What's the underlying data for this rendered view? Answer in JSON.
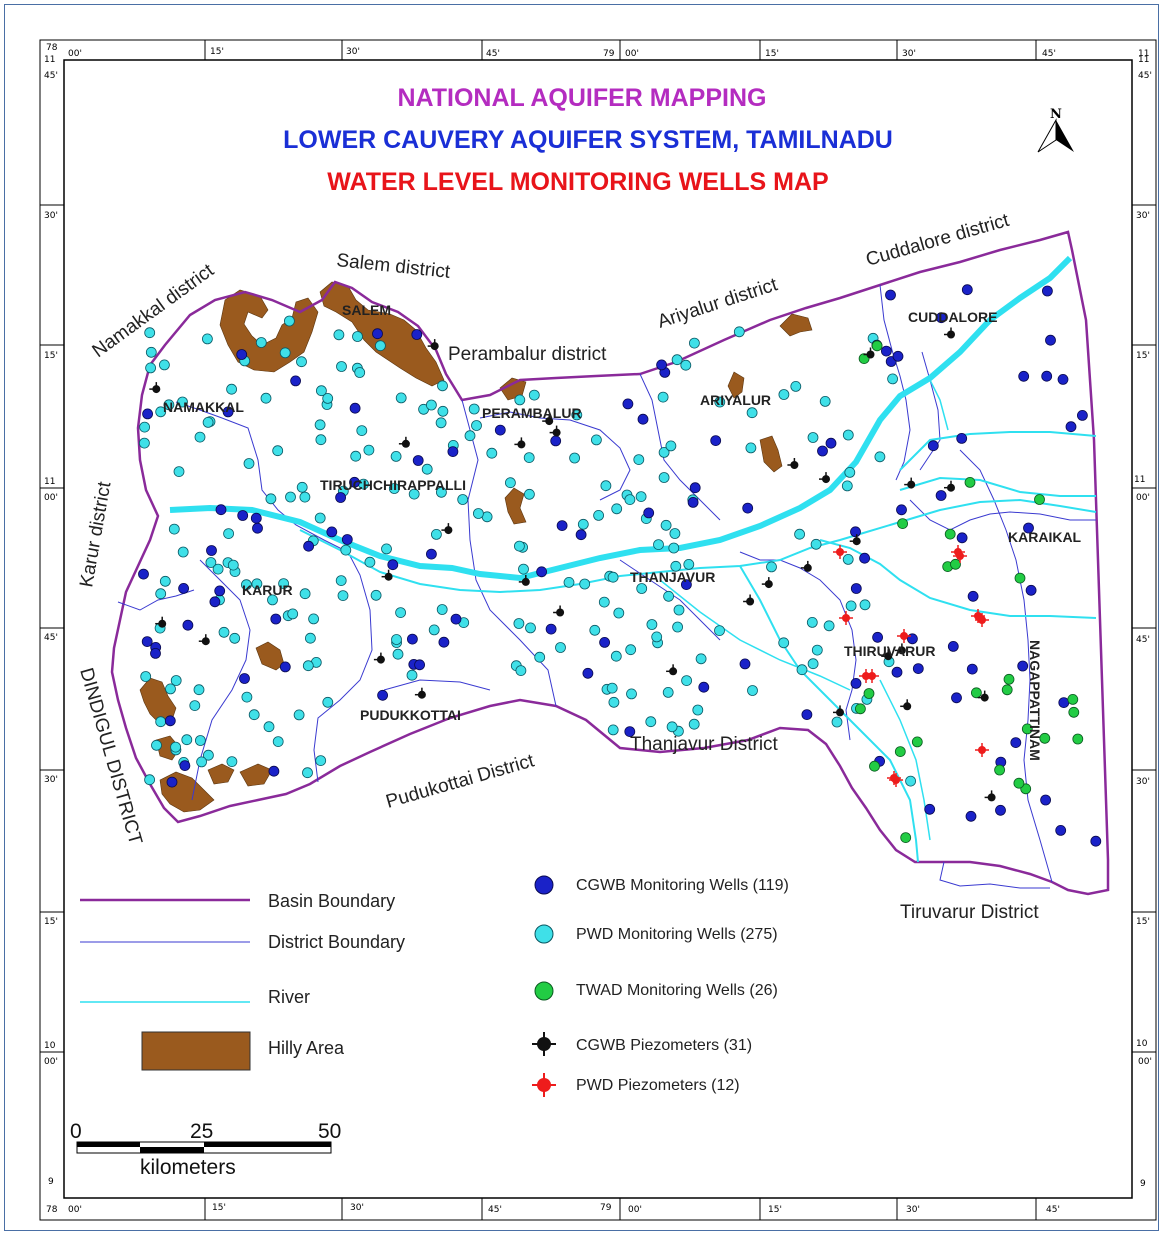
{
  "titles": {
    "line1": "NATIONAL AQUIFER MAPPING",
    "line2": "LOWER CAUVERY AQUIFER SYSTEM, TAMILNADU",
    "line3": "WATER LEVEL MONITORING WELLS MAP"
  },
  "north_label": "N",
  "district_labels": {
    "namakkal": "Namakkal district",
    "salem": "Salem district",
    "perambalur": "Perambalur district",
    "ariyalur": "Ariyalur district",
    "cuddalore": "Cuddalore district",
    "karur": "Karur district",
    "dindigul": "DINDIGUL DISTRICT",
    "pudukottai": "Pudukottai District",
    "thanjavur": "Thanjavur District",
    "tiruvarur": "Tiruvarur District"
  },
  "town_labels": {
    "namakkal": "NAMAKKAL",
    "salem": "SALEM",
    "perambalur": "PERAMBALUR",
    "ariyalur": "ARIYALUR",
    "cuddalore": "CUDDALORE",
    "tiruchchirappalli": "TIRUCHCHIRAPPALLI",
    "karur": "KARUR",
    "thanjavur": "THANJAVUR",
    "karaikal": "KARAIKAL",
    "thiruvarur": "THIRUVARUR",
    "nagappattinam": "NAGAPPATTINAM",
    "pudukkottai": "PUDUKKOTTAI"
  },
  "grid_top": [
    "78",
    "00'",
    "15'",
    "30'",
    "45'",
    "79",
    "00'",
    "15'",
    "30'",
    "45'",
    "11"
  ],
  "grid_bottom": [
    "78",
    "00'",
    "15'",
    "30'",
    "45'",
    "79",
    "00'",
    "15'",
    "30'",
    "45'"
  ],
  "grid_left": [
    "11",
    "45'",
    "30'",
    "15'",
    "11",
    "00'",
    "45'",
    "30'",
    "15'",
    "10",
    "00'",
    "9"
  ],
  "grid_right": [
    "11",
    "45'",
    "30'",
    "15'",
    "11",
    "00'",
    "45'",
    "30'",
    "15'",
    "10",
    "00'",
    "9"
  ],
  "legend_lines": {
    "basin": "Basin Boundary",
    "district": "District Boundary",
    "river": "River",
    "hilly": "Hilly Area"
  },
  "legend_wells": {
    "cgwb_wells": "CGWB Monitoring Wells (119)",
    "pwd_wells": "PWD Monitoring Wells (275)",
    "twad_wells": "TWAD Monitoring Wells (26)",
    "cgwb_piezo": "CGWB Piezometers (31)",
    "pwd_piezo": "PWD Piezometers (12)"
  },
  "scale": {
    "t0": "0",
    "t1": "25",
    "t2": "50",
    "unit": "kilometers"
  },
  "colors": {
    "basin": "#8a2a9a",
    "district": "#3a3ad0",
    "river": "#2fe0f0",
    "hilly": "#9a5a1e",
    "cgwb": "#1a22c8",
    "pwd": "#3fe0e8",
    "twad": "#22cc44",
    "cgwb_piezo": "#111111",
    "pwd_piezo": "#ee1c1c"
  }
}
